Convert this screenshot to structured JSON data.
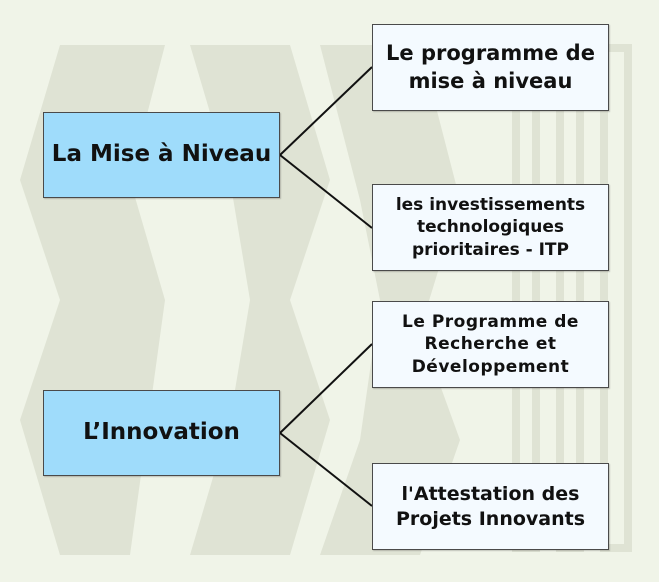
{
  "colors": {
    "main_fill": "#9fdcfb",
    "sub_fill": "#f4faff",
    "background": "#f0f4e8",
    "chevron": "#dfe3d4"
  },
  "groups": [
    {
      "title": "La Mise à Niveau",
      "items": [
        "Le programme de mise à niveau",
        "les investissements technologiques prioritaires - ITP"
      ]
    },
    {
      "title": "L’Innovation",
      "items": [
        "Le Programme de Recherche et Développement",
        "l'Attestation des Projets Innovants"
      ]
    }
  ]
}
